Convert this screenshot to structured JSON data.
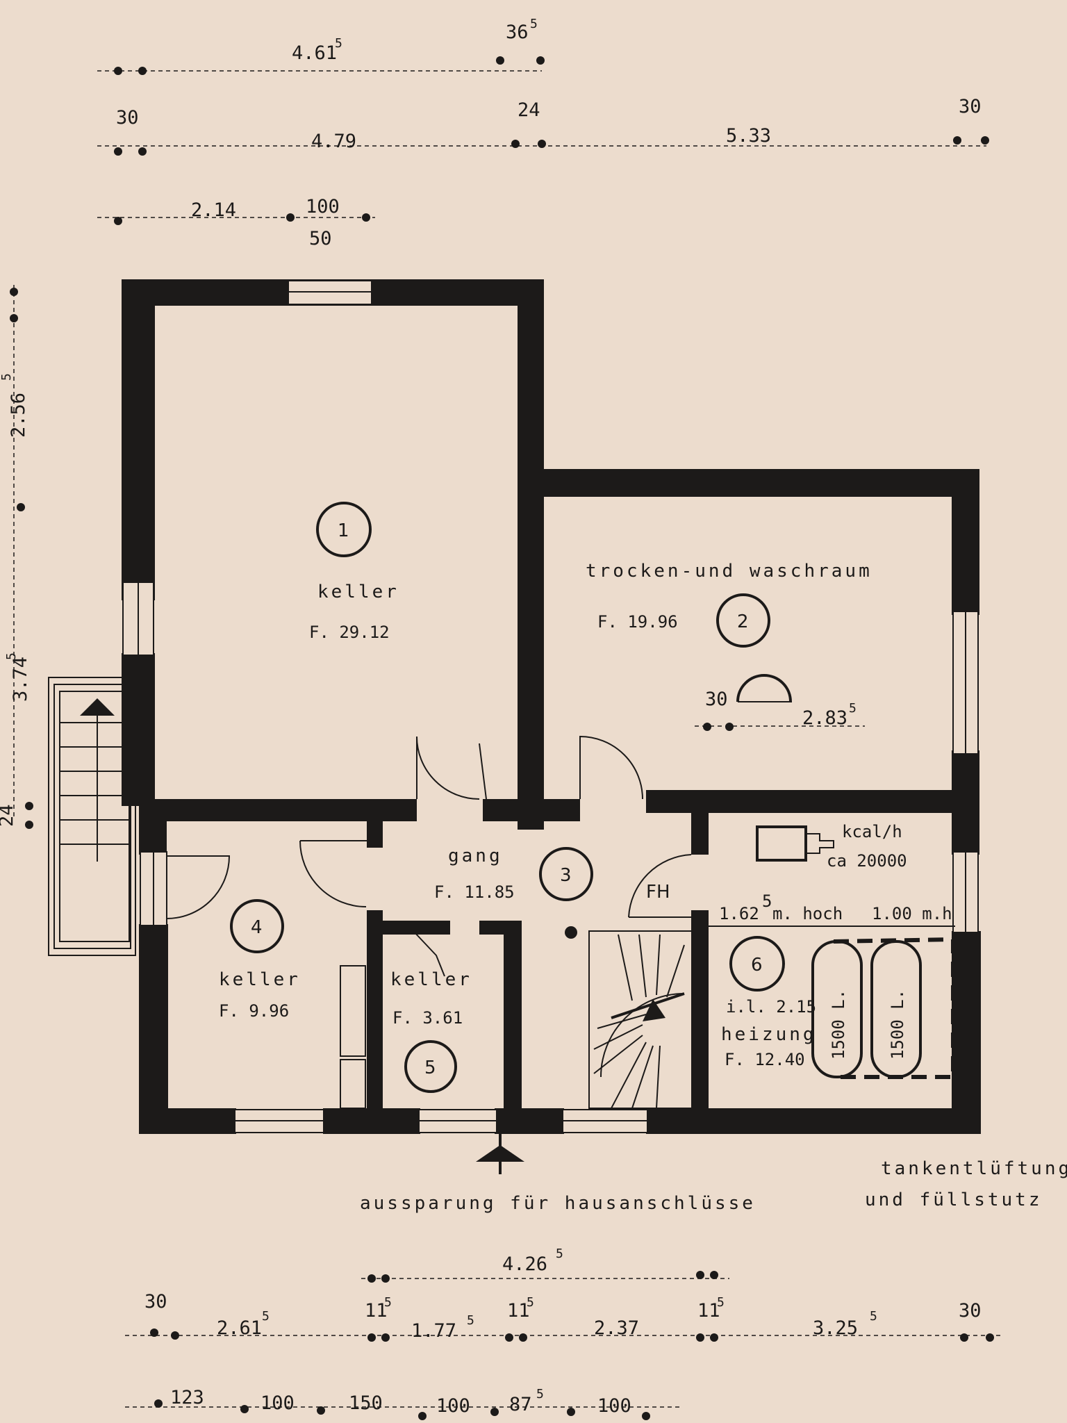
{
  "dimensions": {
    "top_row1": [
      "4.61",
      "5",
      "36",
      "5"
    ],
    "top_row2": [
      "30",
      "4.79",
      "24",
      "5.33",
      "30"
    ],
    "top_row3": [
      "2.14",
      "100",
      "50"
    ],
    "left": [
      "2.56",
      "5",
      "3.74",
      "5",
      "24"
    ],
    "room2_inner": [
      "30",
      "2.83",
      "5"
    ],
    "bottom_row1": [
      "4.26",
      "5"
    ],
    "bottom_row2": [
      "30",
      "2.61",
      "5",
      "11",
      "5",
      "1.77",
      "5",
      "11",
      "5",
      "2.37",
      "11",
      "5",
      "3.25",
      "5",
      "30"
    ],
    "bottom_row3": [
      "123",
      "100",
      "150",
      "100",
      "87",
      "5",
      "100"
    ]
  },
  "rooms": {
    "r1": {
      "number": "1",
      "name": "keller",
      "area": "F. 29.12"
    },
    "r2": {
      "number": "2",
      "name": "trocken-und waschraum",
      "area": "F. 19.96"
    },
    "r3": {
      "number": "3",
      "name": "gang",
      "area": "F. 11.85"
    },
    "r4": {
      "number": "4",
      "name": "keller",
      "area": "F. 9.96"
    },
    "r5": {
      "number": "5",
      "name": "keller",
      "area": "F. 3.61"
    },
    "r6": {
      "number": "6",
      "name": "heizung",
      "clear_height": "i.l. 2.15",
      "area": "F. 12.40"
    }
  },
  "heating": {
    "unit": "kcal/h",
    "capacity": "ca 20000",
    "height_left": "1.62",
    "height_left_sup": "5",
    "height_left_unit": "m. hoch",
    "height_right": "1.00 m.h",
    "tank1": "1500 L.",
    "tank2": "1500 L."
  },
  "labels": {
    "fh": "FH",
    "bottom_note": "aussparung für hausanschlüsse",
    "tank_note_line1": "tankentlüftung",
    "tank_note_line2": "und füllstutz"
  }
}
